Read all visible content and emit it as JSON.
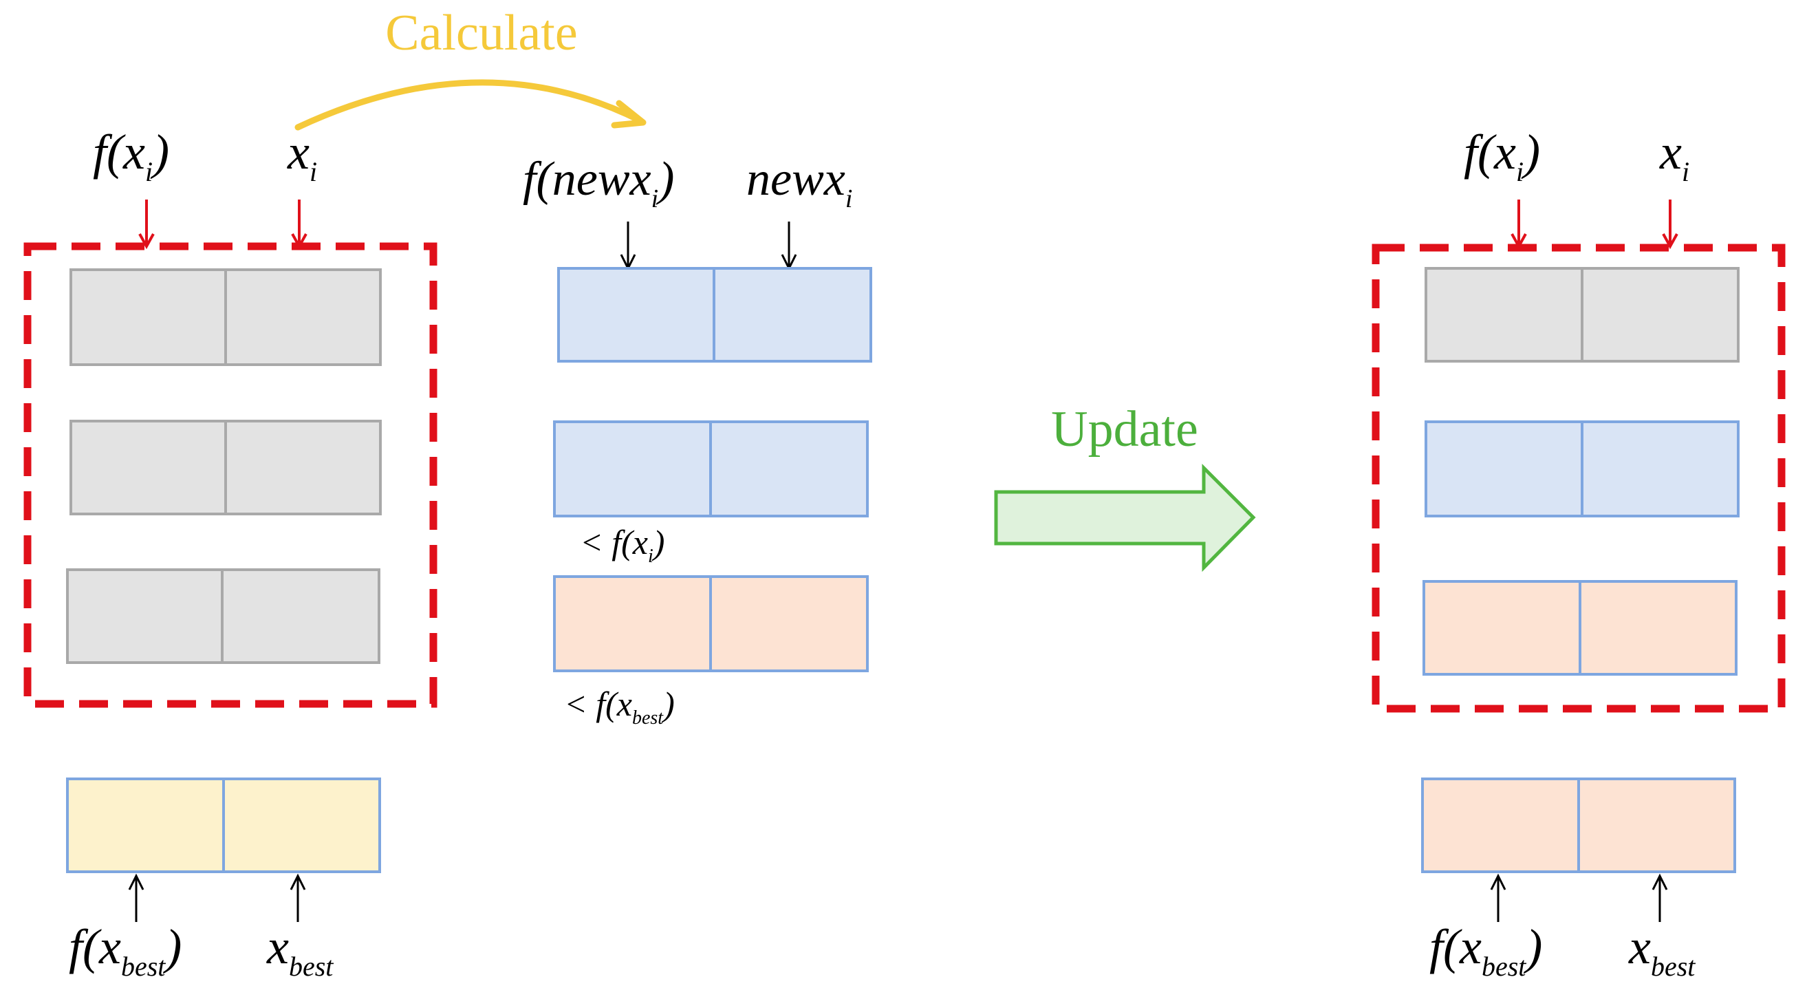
{
  "labels": {
    "calculate": "Calculate",
    "update": "Update",
    "fx_left": "f(x",
    "x_left": "x",
    "fnew": "f(newx",
    "newx": "newx",
    "fx_right": "f(x",
    "x_right": "x",
    "fxbest_left": "f(x",
    "xbest_left": "x",
    "fxbest_right": "f(x",
    "xbest_right": "x",
    "lt_fxi": "< f(x",
    "lt_fxbest": "< f(x",
    "sub_i": "i",
    "sub_best": "best",
    "paren_close": ")"
  },
  "colors": {
    "gray_fill": "#e3e3e3",
    "gray_stroke": "#a9a9a9",
    "blue_fill": "#d9e4f5",
    "blue_stroke": "#7ea6e0",
    "orange_fill": "#fde3d3",
    "yellow_fill": "#fdf2cc",
    "red_dash": "#e0101a",
    "calc_color": "#f5c93a",
    "update_color": "#4caf3c",
    "update_arrow_fill": "#dff2dc",
    "update_arrow_stroke": "#52b640"
  }
}
